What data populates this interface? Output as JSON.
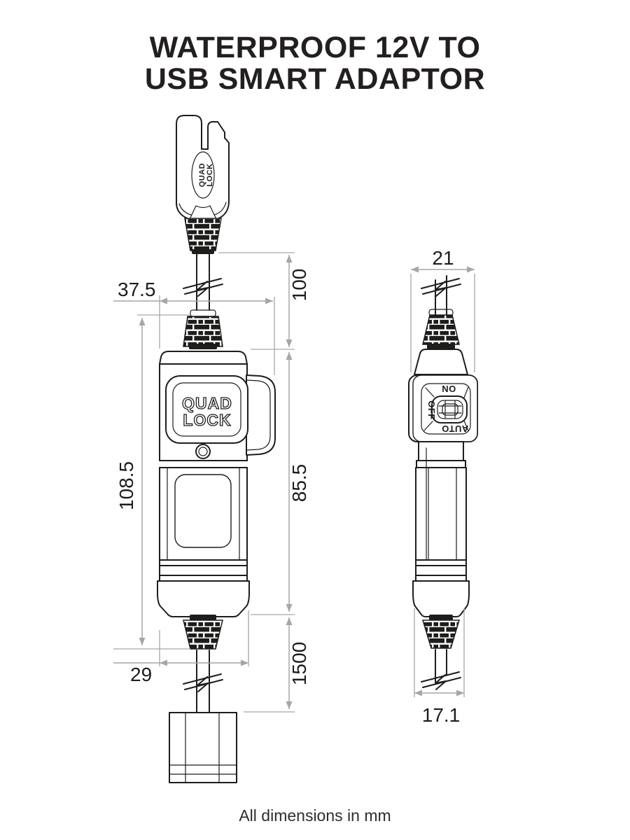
{
  "page": {
    "title_line1": "WATERPROOF 12V TO",
    "title_line2": "USB SMART ADAPTOR",
    "footnote": "All dimensions in mm"
  },
  "brand": {
    "word1": "QUAD",
    "word2": "LOCK"
  },
  "front_view": {
    "dims": {
      "width_overall": "37.5",
      "cable_top": "100",
      "height_overall": "108.5",
      "height_body": "85.5",
      "width_body": "29",
      "cable_bottom": "1500"
    }
  },
  "side_view": {
    "dims": {
      "width_top": "21",
      "width_bottom": "17.1"
    },
    "switch": {
      "pos_top": "ON",
      "pos_left": "OFF",
      "pos_bottom": "AUTO"
    }
  },
  "colors": {
    "line": "#1d1d1b",
    "dimension": "#a6a6a6",
    "background": "#ffffff"
  }
}
